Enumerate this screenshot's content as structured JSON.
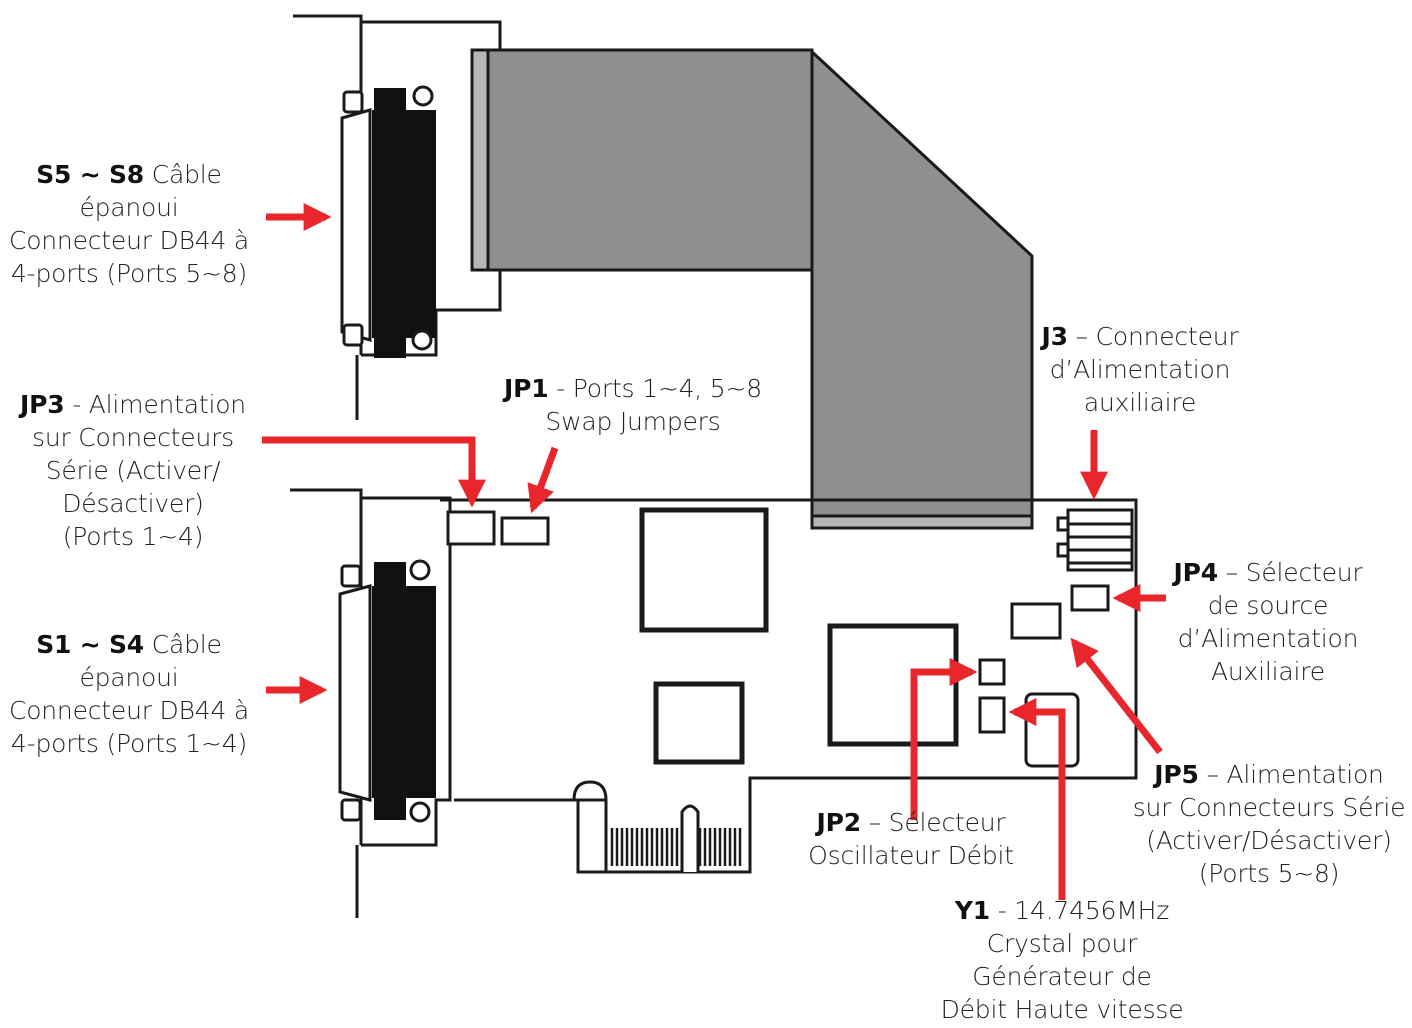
{
  "labels": {
    "s5s8": {
      "code": "S5 ~ S8",
      "line1_rest": " Câble",
      "line2": "épanoui",
      "line3": "Connecteur DB44 à",
      "line4": "4-ports (Ports 5~8)"
    },
    "jp3": {
      "code": "JP3",
      "line1_rest": " - Alimentation",
      "line2": "sur Connecteurs",
      "line3": "Série (Activer/",
      "line4": "Désactiver)",
      "line5": "(Ports 1~4)"
    },
    "jp1": {
      "code": "JP1",
      "line1_rest": " - Ports 1~4, 5~8",
      "line2": "Swap Jumpers"
    },
    "s1s4": {
      "code": "S1 ~ S4",
      "line1_rest": " Câble",
      "line2": "épanoui",
      "line3": "Connecteur DB44 à",
      "line4": "4-ports (Ports 1~4)"
    },
    "j3": {
      "code": "J3",
      "line1_rest": " – Connecteur",
      "line2": "d’Alimentation",
      "line3": "auxiliaire"
    },
    "jp4": {
      "code": "JP4",
      "line1_rest": " – Sélecteur",
      "line2": "de source",
      "line3": "d’Alimentation",
      "line4": "Auxiliaire"
    },
    "jp2": {
      "code": "JP2",
      "line1_rest": " – Sélecteur",
      "line2": "Oscillateur Débit"
    },
    "jp5": {
      "code": "JP5",
      "line1_rest": " – Alimentation",
      "line2": "sur Connecteurs Série",
      "line3": "(Activer/Désactiver)",
      "line4": "(Ports 5~8)"
    },
    "y1": {
      "code": "Y1",
      "line1_rest": " - 14.7456MHz",
      "line2": "Crystal pour",
      "line3": "Générateur de",
      "line4": "Débit Haute vitesse"
    }
  },
  "colors": {
    "arrow": "#e8262b",
    "ribbon": "#8f8f8f",
    "outline": "#1a1a1a",
    "connector_body": "#111111"
  }
}
